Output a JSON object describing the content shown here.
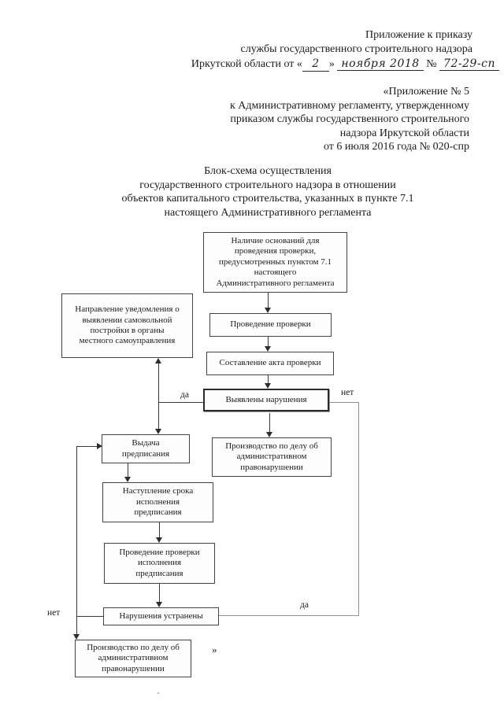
{
  "header": {
    "appendix_order": {
      "line1": "Приложение к приказу",
      "line2": "службы государственного строительного надзора",
      "line3_before_quote": "Иркутской области от «",
      "handwritten_day": "2",
      "line3_close_quote": "»",
      "handwritten_month_year": "ноября 2018",
      "number_sign": "№",
      "handwritten_number": "72-29-сп"
    },
    "appendix_regulation": {
      "lines": [
        "«Приложение № 5",
        "к Административному регламенту, утвержденному",
        "приказом службы государственного строительного",
        "надзора Иркутской области",
        "от 6 июля 2016 года № 020-спр"
      ]
    }
  },
  "title": {
    "lines": [
      "Блок-схема осуществления",
      "государственного строительного надзора в отношении",
      "объектов капитального строительства, указанных в пункте 7.1",
      "настоящего Административного регламента"
    ]
  },
  "flowchart": {
    "boxes": {
      "grounds": "Наличие оснований для\nпроведения проверки,\nпредусмотренных пунктом 7.1\nнастоящего\nАдминистративного регламента",
      "inspection": "Проведение проверки",
      "act": "Составление акта проверки",
      "violations_found": "Выявлены нарушения",
      "notice": "Направление уведомления о\nвыявлении самовольной\nпостройки в органы\nместного самоуправления",
      "order_issue": "Выдача\nпредписания",
      "admin_case_right": "Производство по делу об\nадминистративном\nправонарушении",
      "deadline": "Наступление срока\nисполнения\nпредписания",
      "order_check": "Проведение проверки\nисполнения\nпредписания",
      "violations_fixed": "Нарушения устранены",
      "admin_case_bottom": "Производство по делу об\nадминистративном\nправонарушении"
    },
    "branch_labels": {
      "found_yes": "да",
      "found_no": "нет",
      "fixed_yes": "да",
      "fixed_no": "нет"
    },
    "closing_quote": "»"
  }
}
